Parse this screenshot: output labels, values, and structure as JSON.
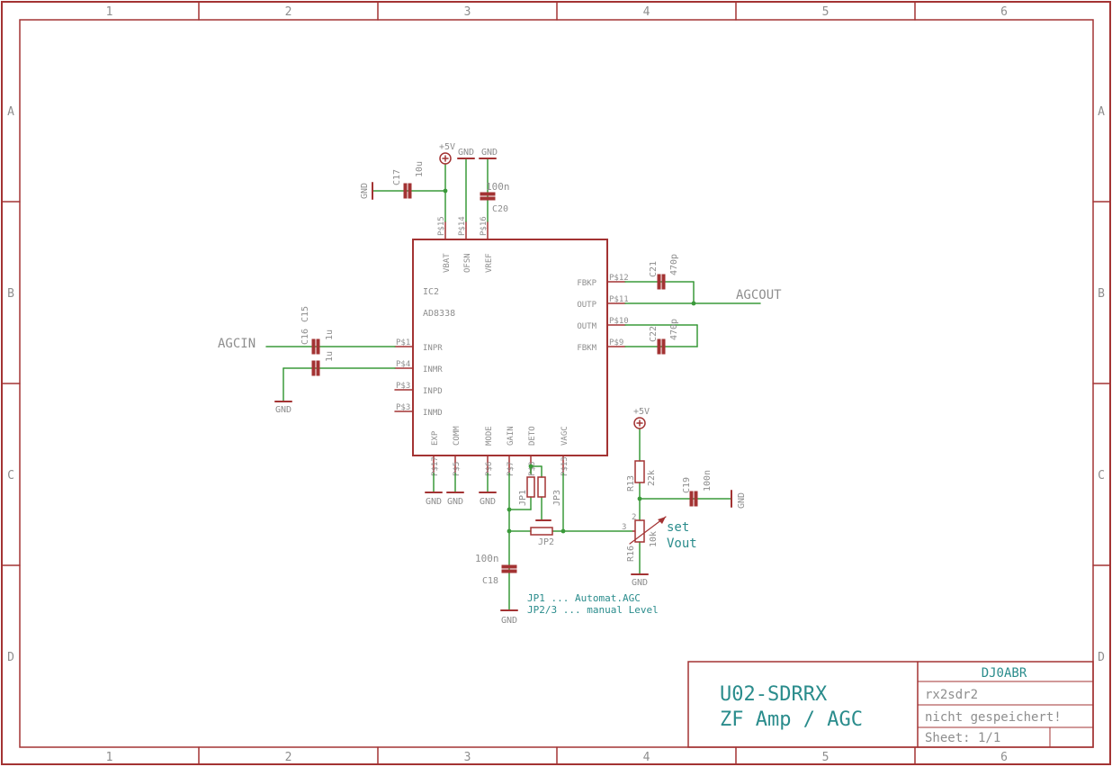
{
  "frame": {
    "columns": [
      "1",
      "2",
      "3",
      "4",
      "5",
      "6"
    ],
    "rows": [
      "A",
      "B",
      "C",
      "D"
    ]
  },
  "colors": {
    "border": "#a33333",
    "part": "#a33333",
    "wire": "#3a9a3a",
    "text": "#8e8e8e",
    "note": "#2a8c8c",
    "junction": "#3a9a3a"
  },
  "ic": {
    "name": "IC2",
    "value": "AD8338",
    "pins_top": [
      {
        "pad": "P$15",
        "name": "VBAT"
      },
      {
        "pad": "P$14",
        "name": "OFSN"
      },
      {
        "pad": "P$16",
        "name": "VREF"
      }
    ],
    "pins_left": [
      {
        "pad": "P$1",
        "name": "INPR"
      },
      {
        "pad": "P$4",
        "name": "INMR"
      },
      {
        "pad": "P$3",
        "name": "INPD"
      },
      {
        "pad": "P$3",
        "name": "INMD"
      }
    ],
    "pins_right": [
      {
        "pad": "P$12",
        "name": "FBKP"
      },
      {
        "pad": "P$11",
        "name": "OUTP"
      },
      {
        "pad": "P$10",
        "name": "OUTM"
      },
      {
        "pad": "P$9",
        "name": "FBKM"
      }
    ],
    "pins_bottom": [
      {
        "pad": "P$17",
        "name": "EXP"
      },
      {
        "pad": "P$5",
        "name": "COMM"
      },
      {
        "pad": "P$6",
        "name": "MODE"
      },
      {
        "pad": "P$7",
        "name": "GAIN"
      },
      {
        "pad": "P$8",
        "name": "DETO"
      },
      {
        "pad": "P$13",
        "name": "VAGC"
      }
    ]
  },
  "parts": {
    "c17": {
      "name": "C17",
      "value": "10u"
    },
    "c20": {
      "name": "C20",
      "value": "100n"
    },
    "c21": {
      "name": "C21",
      "value": "470p"
    },
    "c22": {
      "name": "C22",
      "value": "470p"
    },
    "c15": {
      "name": "C15",
      "value": "1u"
    },
    "c16": {
      "name": "C16",
      "value": "1u"
    },
    "c18": {
      "name": "C18",
      "value": "100n"
    },
    "c19": {
      "name": "C19",
      "value": "100n"
    },
    "r13": {
      "name": "R13",
      "value": "22k"
    },
    "r16": {
      "name": "R16",
      "value": "10k"
    },
    "jp1": {
      "name": "JP1"
    },
    "jp2": {
      "name": "JP2"
    },
    "jp3": {
      "name": "JP3"
    }
  },
  "pot_pins": {
    "pin2": "2",
    "pin3": "3"
  },
  "supplies": {
    "vcc": "+5V",
    "gnd": "GND"
  },
  "nets": {
    "input": "AGCIN",
    "output": "AGCOUT"
  },
  "notes": {
    "set_line1": "set",
    "set_line2": "Vout",
    "jumper_line1": "JP1 ... Automat.AGC",
    "jumper_line2": "JP2/3 ... manual Level"
  },
  "title_block": {
    "title_line1": "U02-SDRRX",
    "title_line2": "ZF Amp / AGC",
    "author": "DJ0ABR",
    "file": "rx2sdr2",
    "save_state": "nicht gespeichert!",
    "sheet": "Sheet: 1/1"
  }
}
